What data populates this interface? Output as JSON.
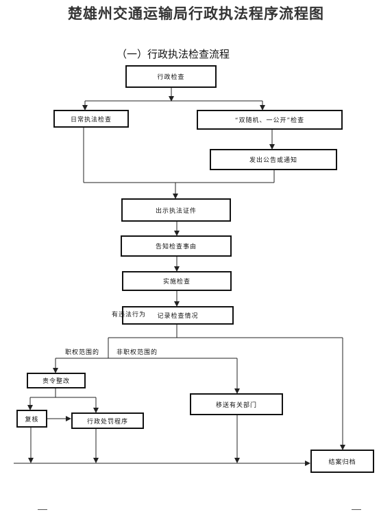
{
  "title": "楚雄州交通运输局行政执法程序流程图",
  "subtitle": "（一）行政执法检查流程",
  "boxes": {
    "admin_inspection": "行政检查",
    "daily_inspection": "日常执法检查",
    "double_random": "“双随机、一公开”检查",
    "issue_notice": "发出公告或通知",
    "show_credentials": "出示执法证件",
    "inform_matters": "告知检查事由",
    "conduct_inspection": "实施检查",
    "record_inspection": "记录检查情况",
    "order_rectify": "责令整改",
    "review": "复核",
    "penalty_procedure": "行政处罚程序",
    "transfer_department": "移送有关部门",
    "close_archive": "结案归档"
  },
  "labels": {
    "illegal_acts": "有违法行为",
    "within_authority": "职权范围的",
    "outside_authority": "非职权范围的"
  }
}
